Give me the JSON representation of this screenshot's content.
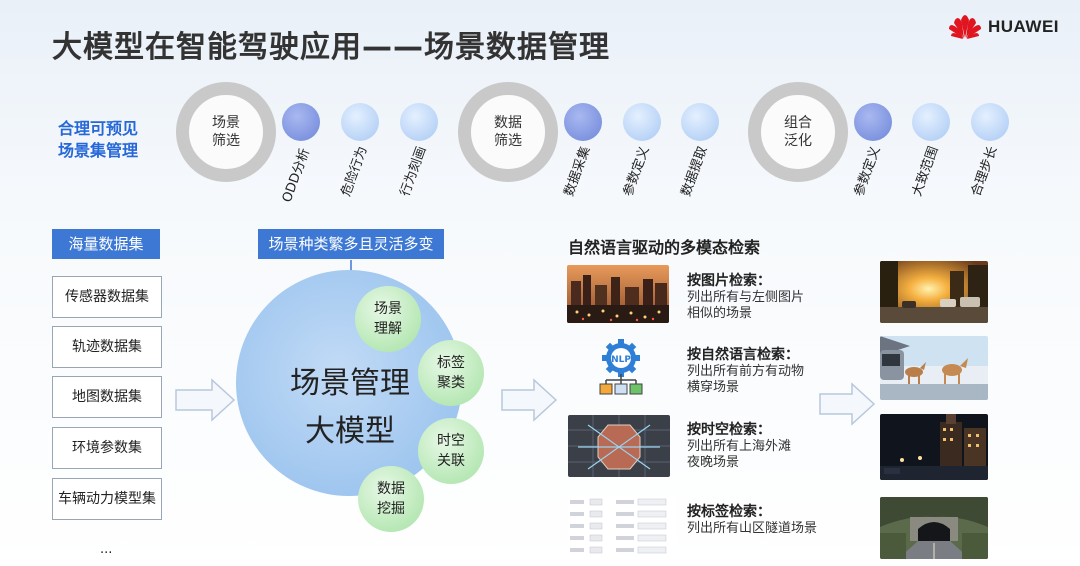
{
  "title": "大模型在智能驾驶应用——场景数据管理",
  "logo_text": "HUAWEI",
  "left_label": [
    "合理可预见",
    "场景集管理"
  ],
  "groups": [
    {
      "ring": [
        "场景",
        "筛选"
      ],
      "items": [
        "ODD分析",
        "危险行为",
        "行为刻画"
      ]
    },
    {
      "ring": [
        "数据",
        "筛选"
      ],
      "items": [
        "数据采集",
        "参数定义",
        "数据提取"
      ]
    },
    {
      "ring": [
        "组合",
        "泛化"
      ],
      "items": [
        "参数定义",
        "大致范围",
        "合理步长"
      ]
    }
  ],
  "dataset_header": "海量数据集",
  "datasets": [
    "传感器数据集",
    "轨迹数据集",
    "地图数据集",
    "环境参数集",
    "车辆动力模型集"
  ],
  "datasets_ellipsis": "...",
  "scene_box": "场景种类繁多且灵活多变",
  "center_model": [
    "场景管理",
    "大模型"
  ],
  "abilities": [
    [
      "场景",
      "理解"
    ],
    [
      "标签",
      "聚类"
    ],
    [
      "时空",
      "关联"
    ],
    [
      "数据",
      "挖掘"
    ]
  ],
  "nlp_label": "NLP",
  "search_title": "自然语言驱动的多模态检索",
  "searches": [
    {
      "name": "按图片检索：",
      "desc": [
        "列出所有与左侧图片",
        "相似的场景"
      ]
    },
    {
      "name": "按自然语言检索：",
      "desc": [
        "列出所有前方有动物",
        "横穿场景"
      ]
    },
    {
      "name": "按时空检索：",
      "desc": [
        "列出所有上海外滩",
        "夜晚场景"
      ]
    },
    {
      "name": "按标签检索：",
      "desc": [
        "列出所有山区隧道场景"
      ]
    }
  ],
  "colors": {
    "accent": "#3d79d4",
    "label_blue": "#2668d8",
    "huawei_red": "#e0151f"
  }
}
